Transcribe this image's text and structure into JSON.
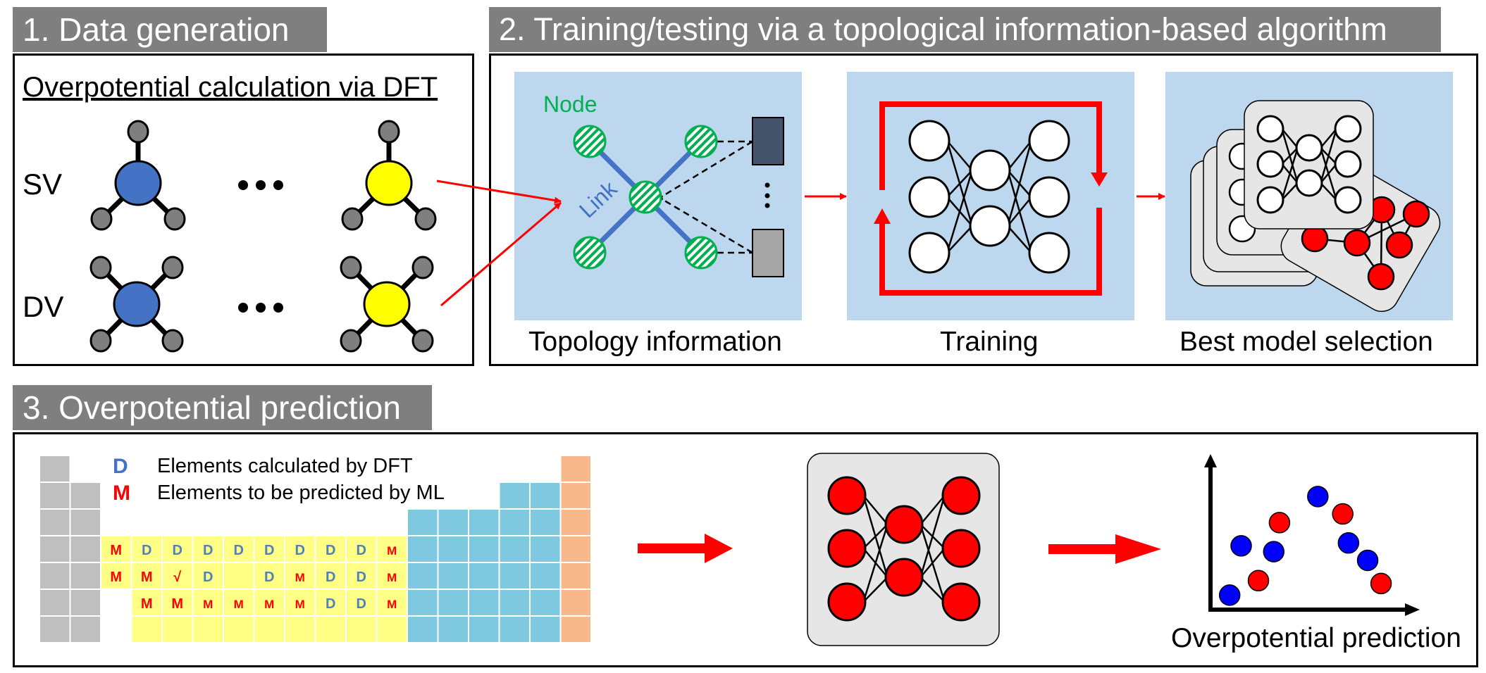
{
  "sections": {
    "data_generation": {
      "header": "1. Data generation",
      "subtitle": "Overpotential calculation via DFT",
      "rows": [
        {
          "label": "SV",
          "ellipsis": "• • •"
        },
        {
          "label": "DV",
          "ellipsis": "• • •"
        }
      ],
      "colors": {
        "blue_atom": "#4472c4",
        "yellow_atom": "#ffff00",
        "ligand": "#7f7f7f"
      }
    },
    "training": {
      "header": "2. Training/testing via a topological information-based algorithm",
      "steps": [
        {
          "caption": "Topology information",
          "node_label": "Node",
          "link_label": "Link"
        },
        {
          "caption": "Training"
        },
        {
          "caption": "Best model selection"
        }
      ],
      "colors": {
        "panel_bg": "#bdd7ee",
        "node_green": "#00b050",
        "link_blue": "#4472c4",
        "arrow_red": "#ff0000"
      }
    },
    "prediction": {
      "header": "3. Overpotential prediction",
      "legend": [
        {
          "symbol": "D",
          "text": "Elements calculated by DFT",
          "color": "#4472c4"
        },
        {
          "symbol": "M",
          "text": "Elements to be predicted by ML",
          "color": "#ff0000"
        }
      ],
      "periodic_rows": [
        [
          "M",
          "D",
          "D",
          "D",
          "D",
          "D",
          "D",
          "D",
          "D",
          "M"
        ],
        [
          "M",
          "M",
          "√",
          "D",
          "",
          "D",
          "M",
          "D",
          "D",
          "M"
        ],
        [
          "",
          "M",
          "M",
          "M",
          "M",
          "M",
          "M",
          "D",
          "D",
          "M"
        ]
      ],
      "plot_caption": "Overpotential prediction",
      "colors": {
        "grey": "#bfbfbf",
        "yellow": "#ffff85",
        "cyan": "#7ec8e0",
        "orange": "#f8b88b"
      }
    }
  },
  "chart_data": {
    "type": "scatter",
    "title": "Overpotential prediction",
    "xlabel": "",
    "ylabel": "",
    "series": [
      {
        "name": "DFT",
        "color": "#0000ff",
        "points": [
          [
            1.0,
            1.0
          ],
          [
            1.6,
            4.4
          ],
          [
            3.3,
            4.0
          ],
          [
            5.6,
            7.8
          ],
          [
            7.2,
            4.6
          ],
          [
            8.2,
            3.4
          ]
        ]
      },
      {
        "name": "ML",
        "color": "#ff0000",
        "points": [
          [
            2.5,
            2.0
          ],
          [
            3.6,
            6.0
          ],
          [
            6.9,
            6.6
          ],
          [
            8.9,
            1.8
          ]
        ]
      }
    ],
    "xlim": [
      0,
      10
    ],
    "ylim": [
      0,
      10
    ],
    "grid": false
  }
}
